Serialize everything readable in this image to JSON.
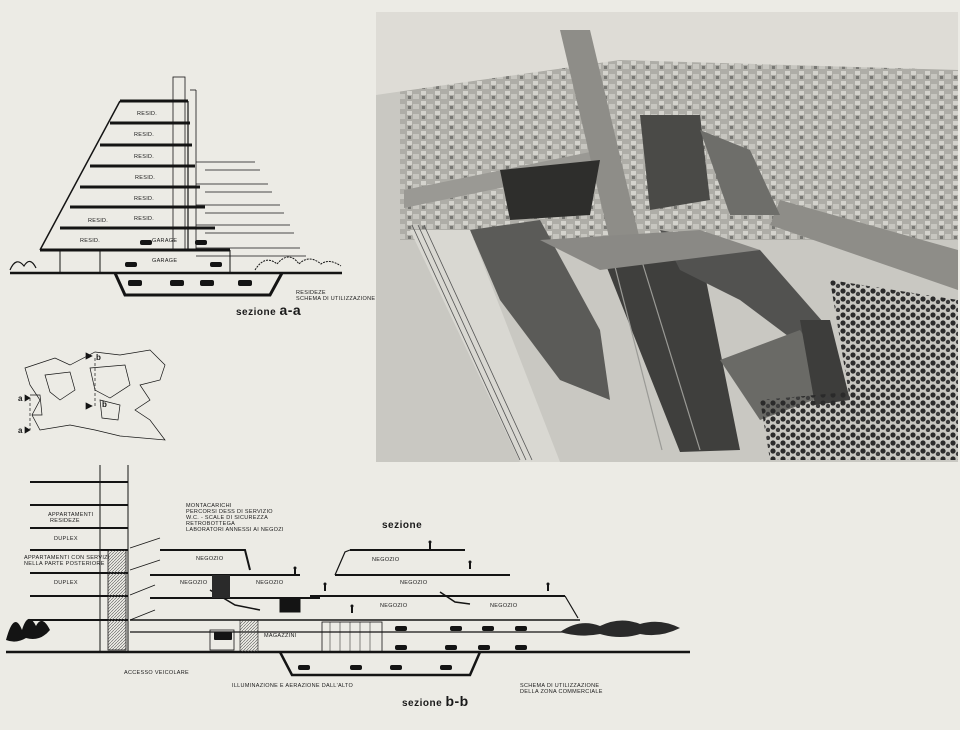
{
  "colors": {
    "paper": "#ecebe5",
    "ink": "#141414",
    "render_dark": "#3a3a3a",
    "render_light": "#bdbcb6"
  },
  "section_aa": {
    "title_word": "sezione",
    "title_code": "a-a",
    "caption_line1": "RESIDEZE",
    "caption_line2": "SCHEMA DI UTILIZZAZIONE",
    "floor_labels": [
      "RESID.",
      "RESID.",
      "RESID.",
      "RESID.",
      "RESID.",
      "RESID.",
      "RESID.",
      "RESID."
    ],
    "garage_labels": [
      "GARAGE",
      "GARAGE"
    ]
  },
  "key_plan": {
    "markers": [
      "b",
      "b",
      "a",
      "a"
    ]
  },
  "section_bb": {
    "title_word": "sezione",
    "title_code": "b-b",
    "heading": "sezione",
    "service_notes": [
      "MONTACARICHI",
      "PERCORSI DESS DI SERVIZIO",
      "W.C. - SCALE DI SICUREZZA",
      "RETROBOTTEGA",
      "LABORATORI ANNESSI AI NEGOZI"
    ],
    "tower_labels": {
      "appartamenti": "APPARTAMENTI",
      "residenze": "RESIDEZE",
      "duplex_1": "DUPLEX",
      "servizi_1": "APPARTAMENTI CON SERVIZI",
      "servizi_2": "NELLA PARTE POSTERIORE",
      "duplex_2": "DUPLEX"
    },
    "negozio_labels": [
      "NEGOZIO",
      "NEGOZIO",
      "NEGOZIO",
      "NEGOZIO",
      "NEGOZIO",
      "NEGOZIO",
      "NEGOZIO"
    ],
    "magazzini": "MAGAZZINI",
    "accesso": "ACCESSO VEICOLARE",
    "illuminazione": "ILLUMINAZIONE E AERAZIONE DALL'ALTO",
    "schema_line1": "SCHEMA DI UTILIZZAZIONE",
    "schema_line2": "DELLA ZONA COMMERCIALE"
  }
}
